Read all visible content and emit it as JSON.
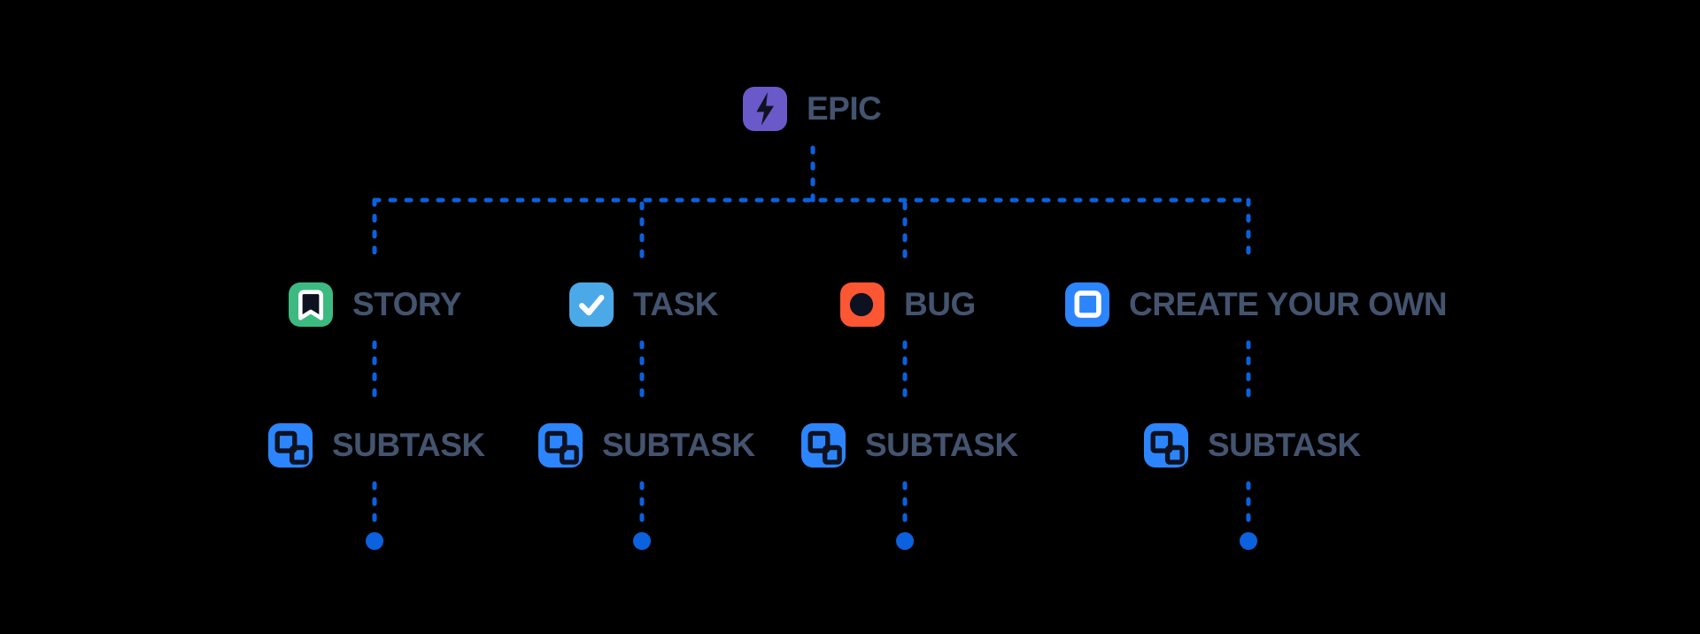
{
  "colors": {
    "background": "#000000",
    "line": "#0B61DE",
    "text": "#44546F",
    "glyph": "#0E1220",
    "epic": "#6A59C8",
    "story": "#3CBA80",
    "task": "#4CA9E8",
    "bug": "#FC5632",
    "subtask": "#2C85FC",
    "create": "#2C85FC"
  },
  "tree": {
    "root": {
      "label": "EPIC",
      "icon": "epic-lightning-icon"
    },
    "children": [
      {
        "label": "STORY",
        "icon": "story-bookmark-icon"
      },
      {
        "label": "TASK",
        "icon": "task-check-icon"
      },
      {
        "label": "BUG",
        "icon": "bug-circle-icon"
      },
      {
        "label": "CREATE YOUR OWN",
        "icon": "create-your-own-square-icon"
      }
    ],
    "subtasks": [
      {
        "label": "SUBTASK",
        "icon": "subtask-squares-icon"
      },
      {
        "label": "SUBTASK",
        "icon": "subtask-squares-icon"
      },
      {
        "label": "SUBTASK",
        "icon": "subtask-squares-icon"
      },
      {
        "label": "SUBTASK",
        "icon": "subtask-squares-icon"
      }
    ]
  }
}
